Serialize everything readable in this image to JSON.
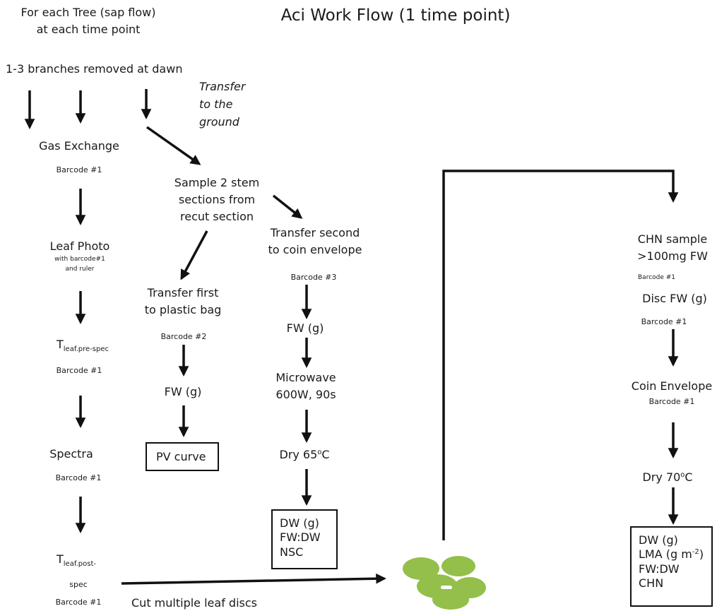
{
  "title": "Aci Work Flow (1 time point)",
  "header": {
    "line1": "For each Tree (sap flow)",
    "line2": "at each time point",
    "branches": "1-3 branches removed at dawn"
  },
  "transfer_note": [
    "Transfer",
    "to the",
    "ground"
  ],
  "col1": {
    "gas_exchange": "Gas Exchange",
    "gas_barcode": "Barcode #1",
    "leaf_photo": "Leaf Photo",
    "leaf_photo_sub1": "with barcode#1",
    "leaf_photo_sub2": "and ruler",
    "tleaf_pre_T": "T",
    "tleaf_pre_sub": "leaf.pre-spec",
    "tleaf_pre_barcode": "Barcode #1",
    "spectra": "Spectra",
    "spectra_barcode": "Barcode #1",
    "tleaf_post_T": "T",
    "tleaf_post_sub": "leaf.post-",
    "tleaf_post_sub2": "spec",
    "tleaf_post_barcode": "Barcode #1"
  },
  "stem": {
    "line1": "Sample 2 stem",
    "line2": "sections from",
    "line3": "recut section"
  },
  "col2": {
    "transfer1": "Transfer first",
    "transfer2": "to plastic bag",
    "barcode": "Barcode #2",
    "fw": "FW (g)",
    "pv_curve": "PV curve"
  },
  "col3": {
    "transfer1": "Transfer second",
    "transfer2": "to coin envelope",
    "barcode": "Barcode #3",
    "fw": "FW (g)",
    "microwave1": "Microwave",
    "microwave2": "600W, 90s",
    "dry_prefix": "Dry 65",
    "dry_sup": "o",
    "dry_suffix": "C",
    "result": [
      "DW (g)",
      "FW:DW",
      "NSC"
    ]
  },
  "bottom_label": "Cut multiple leaf discs",
  "col4": {
    "chn1": "CHN sample",
    "chn2": ">100mg FW",
    "chn_barcode": "Barcode #1",
    "disc_fw": "Disc FW (g)",
    "disc_barcode": "Barcode #1",
    "coin": "Coin Envelope",
    "coin_barcode": "Barcode #1",
    "dry_prefix": "Dry 70",
    "dry_sup": "o",
    "dry_suffix": "C",
    "result1": "DW (g)",
    "result2_prefix": "LMA (g m",
    "result2_sup": "-2",
    "result2_suffix": ")",
    "result3": "FW:DW",
    "result4": "CHN"
  },
  "colors": {
    "line": "#111111",
    "disc_fill": "#93bf4a"
  }
}
